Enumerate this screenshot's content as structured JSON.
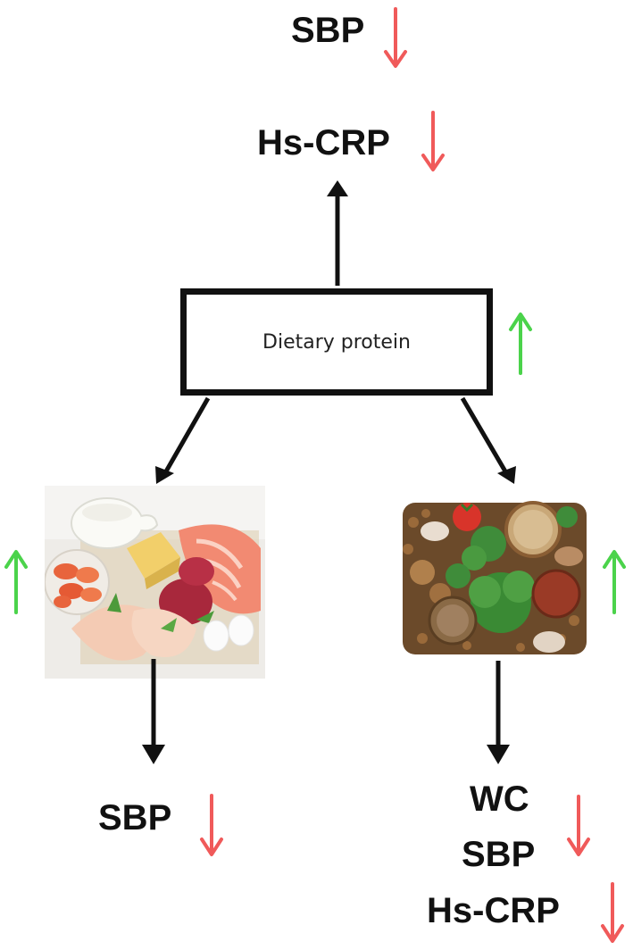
{
  "top": {
    "sbp": "SBP",
    "hscrp": "Hs-CRP"
  },
  "center": {
    "label": "Dietary protein"
  },
  "left": {
    "sbp": "SBP"
  },
  "right": {
    "wc": "WC",
    "sbp": "SBP",
    "hscrp": "Hs-CRP"
  },
  "colors": {
    "decrease_arrow": "#f05a5a",
    "increase_arrow": "#4bd34b",
    "connector": "#111111"
  },
  "icons": {
    "decrease": "arrow-down-icon",
    "increase": "arrow-up-icon",
    "animal_food": "animal-protein-foods-image",
    "plant_food": "plant-protein-foods-image"
  }
}
